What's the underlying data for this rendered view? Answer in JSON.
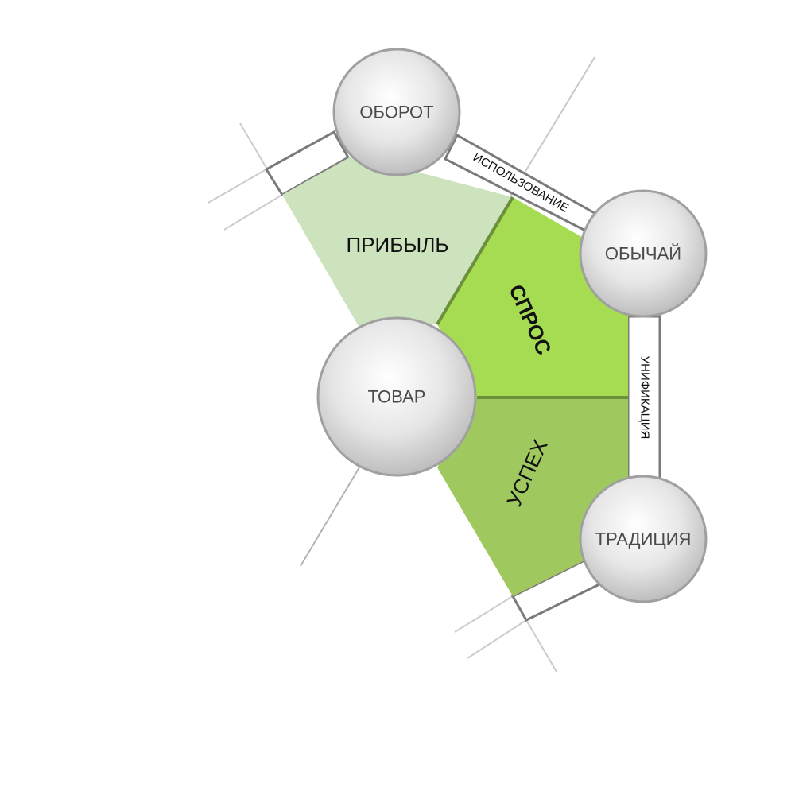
{
  "nodes": {
    "oborot": "ОБОРОТ",
    "obychai": "ОБЫЧАЙ",
    "tovar": "ТОВАР",
    "traditsiya": "ТРАДИЦИЯ"
  },
  "regions": {
    "pribyl": "ПРИБЫЛЬ",
    "spros": "СПРОС",
    "uspekh": "УСПЕХ"
  },
  "connectors": {
    "ispolzovanie": "ИСПОЛЬЗОВАНИЕ",
    "unifikatsiya": "УНИФИКАЦИЯ"
  },
  "colors": {
    "pribyl_fill": "#cde3bd",
    "spros_fill": "#a6dc52",
    "uspekh_fill": "#9fc95e",
    "divider": "#6b8f3a",
    "node_stroke": "#a0a0a0"
  }
}
